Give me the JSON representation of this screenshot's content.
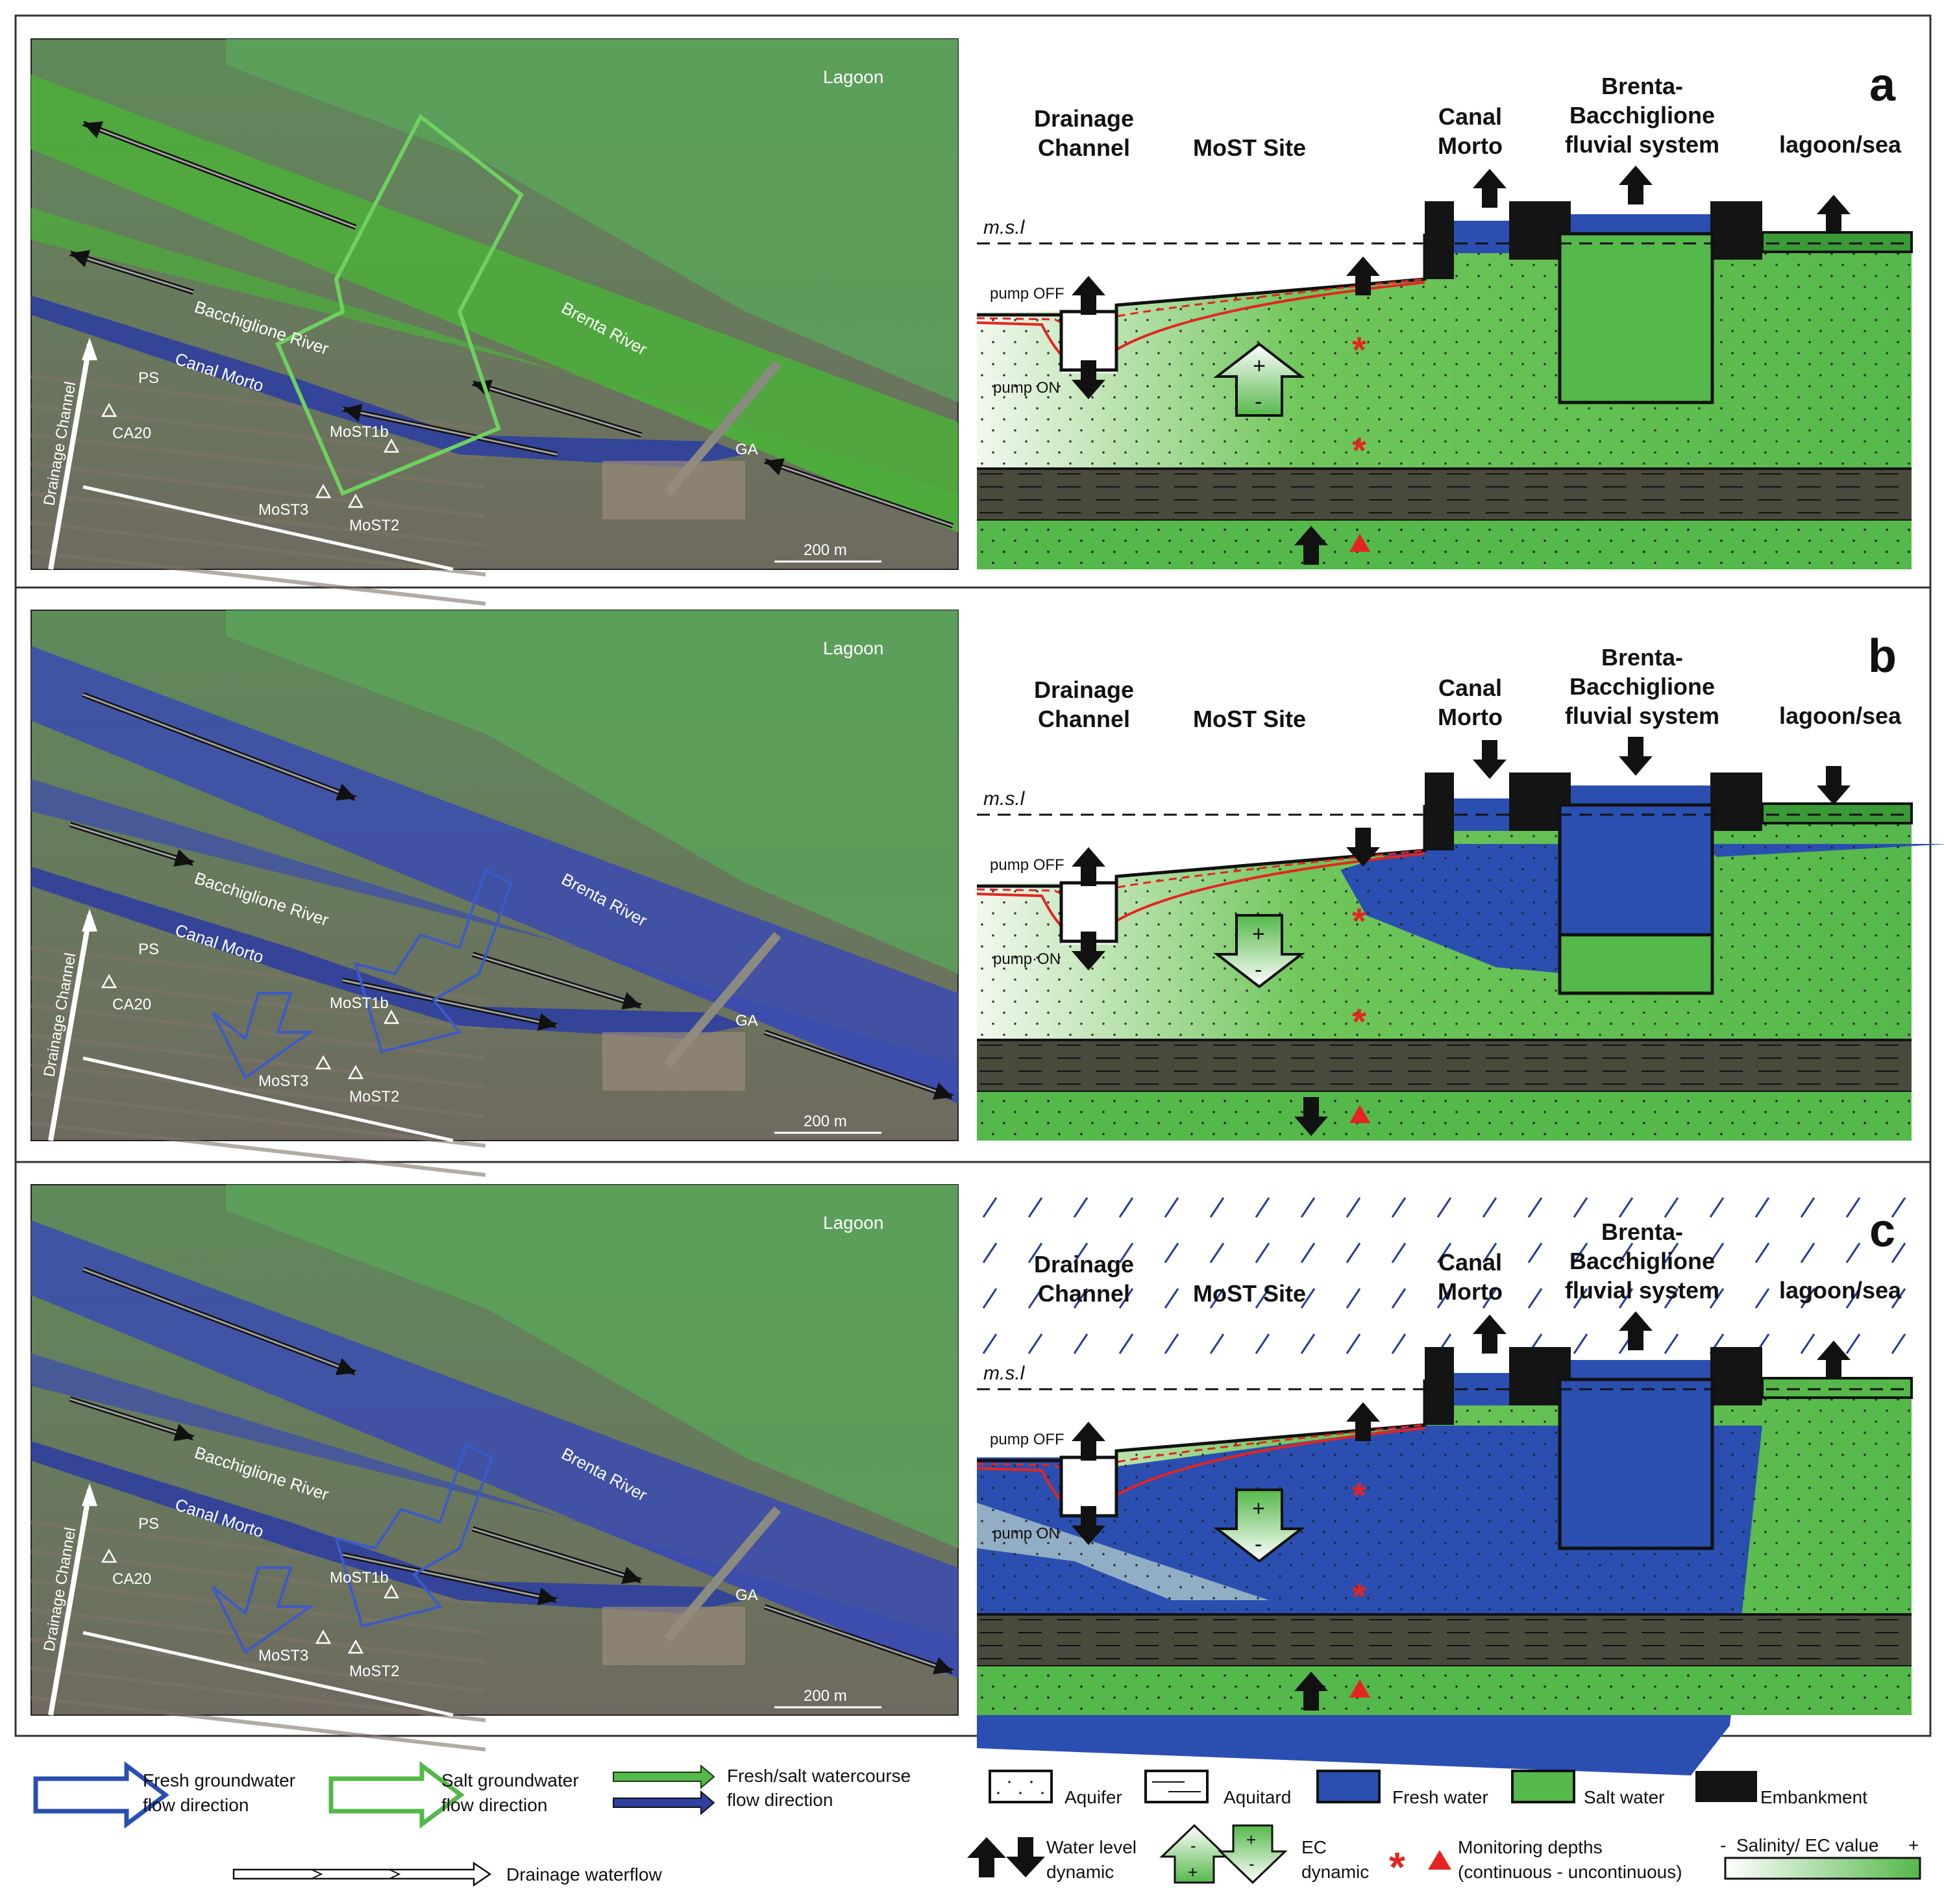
{
  "panels": [
    {
      "letter": "a",
      "map": {
        "lagoon": "Lagoon",
        "bacchiglione": "Bacchiglione River",
        "brenta": "Brenta River",
        "canal_morto": "Canal Morto",
        "drainage_channel": "Drainage Channel",
        "stations": [
          "PS",
          "CA20",
          "MoST1b",
          "MoST3",
          "MoST2",
          "GA"
        ],
        "scale": "200 m",
        "water_color": "#4caf3a",
        "canal_color": "#2f3f9e"
      },
      "section": {
        "labels": {
          "drainage": [
            "Drainage",
            "Channel"
          ],
          "most_site": "MoST Site",
          "canal_morto": [
            "Canal",
            "Morto"
          ],
          "brenta": [
            "Brenta-",
            "Bacchiglione",
            "fluvial system"
          ],
          "lagoon_sea": "lagoon/sea",
          "msl": "m.s.l",
          "pump_off": "pump OFF",
          "pump_on": "pump ON"
        }
      }
    },
    {
      "letter": "b",
      "map": {
        "lagoon": "Lagoon",
        "bacchiglione": "Bacchiglione River",
        "brenta": "Brenta River",
        "canal_morto": "Canal Morto",
        "drainage_channel": "Drainage Channel",
        "stations": [
          "PS",
          "CA20",
          "MoST1b",
          "MoST3",
          "MoST2",
          "GA"
        ],
        "scale": "200 m",
        "water_color": "#3b4bb0",
        "canal_color": "#2f3f9e"
      },
      "section": {
        "labels": {
          "drainage": [
            "Drainage",
            "Channel"
          ],
          "most_site": "MoST Site",
          "canal_morto": [
            "Canal",
            "Morto"
          ],
          "brenta": [
            "Brenta-",
            "Bacchiglione",
            "fluvial system"
          ],
          "lagoon_sea": "lagoon/sea",
          "msl": "m.s.l",
          "pump_off": "pump OFF",
          "pump_on": "pump·ON"
        }
      }
    },
    {
      "letter": "c",
      "map": {
        "lagoon": "Lagoon",
        "bacchiglione": "Bacchiglione River",
        "brenta": "Brenta River",
        "canal_morto": "Canal Morto",
        "drainage_channel": "Drainage Channel",
        "stations": [
          "PS",
          "CA20",
          "MoST1b",
          "MoST3",
          "MoST2",
          "GA"
        ],
        "scale": "200 m",
        "water_color": "#3b4bb0",
        "canal_color": "#2f3f9e"
      },
      "section": {
        "labels": {
          "drainage": [
            "Drainage",
            "Channel"
          ],
          "most_site": "MoST Site",
          "canal_morto": [
            "Canal",
            "Morto"
          ],
          "brenta": [
            "Brenta-",
            "Bacchiglione",
            "fluvial system"
          ],
          "lagoon_sea": "lagoon/sea",
          "msl": "m.s.l",
          "pump_off": "pump OFF",
          "pump_on": "pump ON"
        }
      }
    }
  ],
  "legend": {
    "fresh_gw": [
      "Fresh groundwater",
      "flow direction"
    ],
    "salt_gw": [
      "Salt groundwater",
      "flow direction"
    ],
    "watercourse": [
      "Fresh/salt watercourse",
      "flow direction"
    ],
    "drainage_flow": "Drainage waterflow",
    "aquifer": "Aquifer",
    "aquitard": "Aquitard",
    "fresh_water": "Fresh water",
    "salt_water": "Salt water",
    "embankment": "Embankment",
    "water_level": [
      "Water level",
      "dynamic"
    ],
    "ec_dynamic": [
      "EC",
      "dynamic"
    ],
    "monitoring": [
      "Monitoring depths",
      "(continuous - uncontinuous)"
    ],
    "salinity": "Salinity/ EC value",
    "minus": "-",
    "plus": "+"
  },
  "colors": {
    "fresh": "#2a4fb0",
    "salt": "#55b84a",
    "embankment": "#141414",
    "aquitard": "#4a4a3c",
    "red": "#e52421"
  }
}
